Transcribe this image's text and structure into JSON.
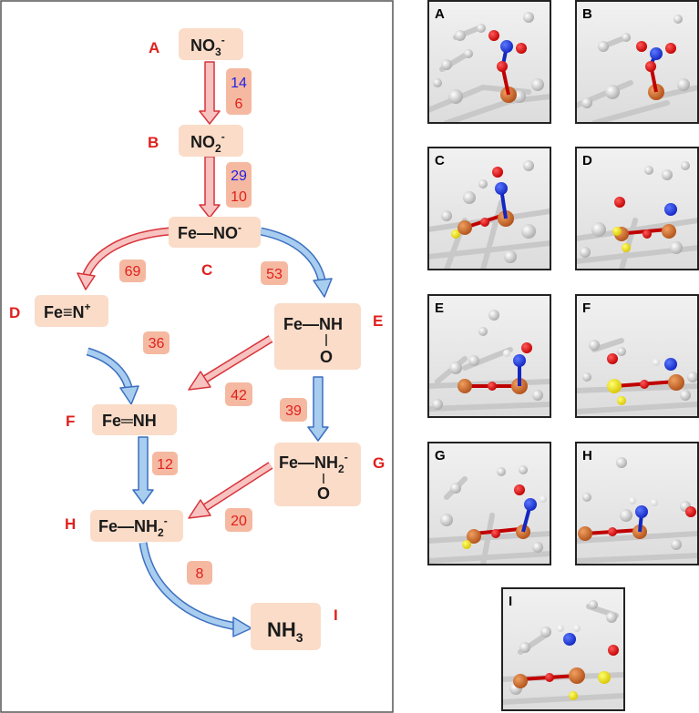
{
  "colors": {
    "node_fill": "#fadcc8",
    "badge_fill": "#f5b9a2",
    "red_text": "#e0201c",
    "blue_text": "#1f1fe6",
    "red_arrow_fill": "#f7c3c0",
    "red_arrow_stroke": "#d8333a",
    "blue_arrow_fill": "#a9cdef",
    "blue_arrow_stroke": "#3a6fc0",
    "panel_border": "#222222"
  },
  "nodes": {
    "A": {
      "letter": "A",
      "base": "NO",
      "sub": "3",
      "sup": "-"
    },
    "B": {
      "letter": "B",
      "base": "NO",
      "sub": "2",
      "sup": "-"
    },
    "C": {
      "letter": "C",
      "text": "Fe—NO",
      "sup": "-"
    },
    "D": {
      "letter": "D",
      "text": "Fe≡N",
      "sup": "+"
    },
    "E": {
      "letter": "E",
      "line1": "Fe—NH",
      "line2": "O"
    },
    "F": {
      "letter": "F",
      "text": "Fe═NH"
    },
    "G": {
      "letter": "G",
      "line1": "Fe—NH",
      "sub": "2",
      "sup": "-",
      "line2": "O"
    },
    "H": {
      "letter": "H",
      "text": "Fe—NH",
      "sub": "2",
      "sup": "-"
    },
    "I": {
      "letter": "I",
      "text": "NH",
      "sub": "3"
    }
  },
  "steps": {
    "a_b_top": "14",
    "a_b_bottom": "6",
    "b_c_top": "29",
    "b_c_bottom": "10",
    "c_d": "69",
    "c_e": "53",
    "d_f": "36",
    "e_f": "42",
    "e_g": "39",
    "f_h": "12",
    "g_h": "20",
    "h_i": "8"
  },
  "panels": [
    "A",
    "B",
    "C",
    "D",
    "E",
    "F",
    "G",
    "H",
    "I"
  ]
}
